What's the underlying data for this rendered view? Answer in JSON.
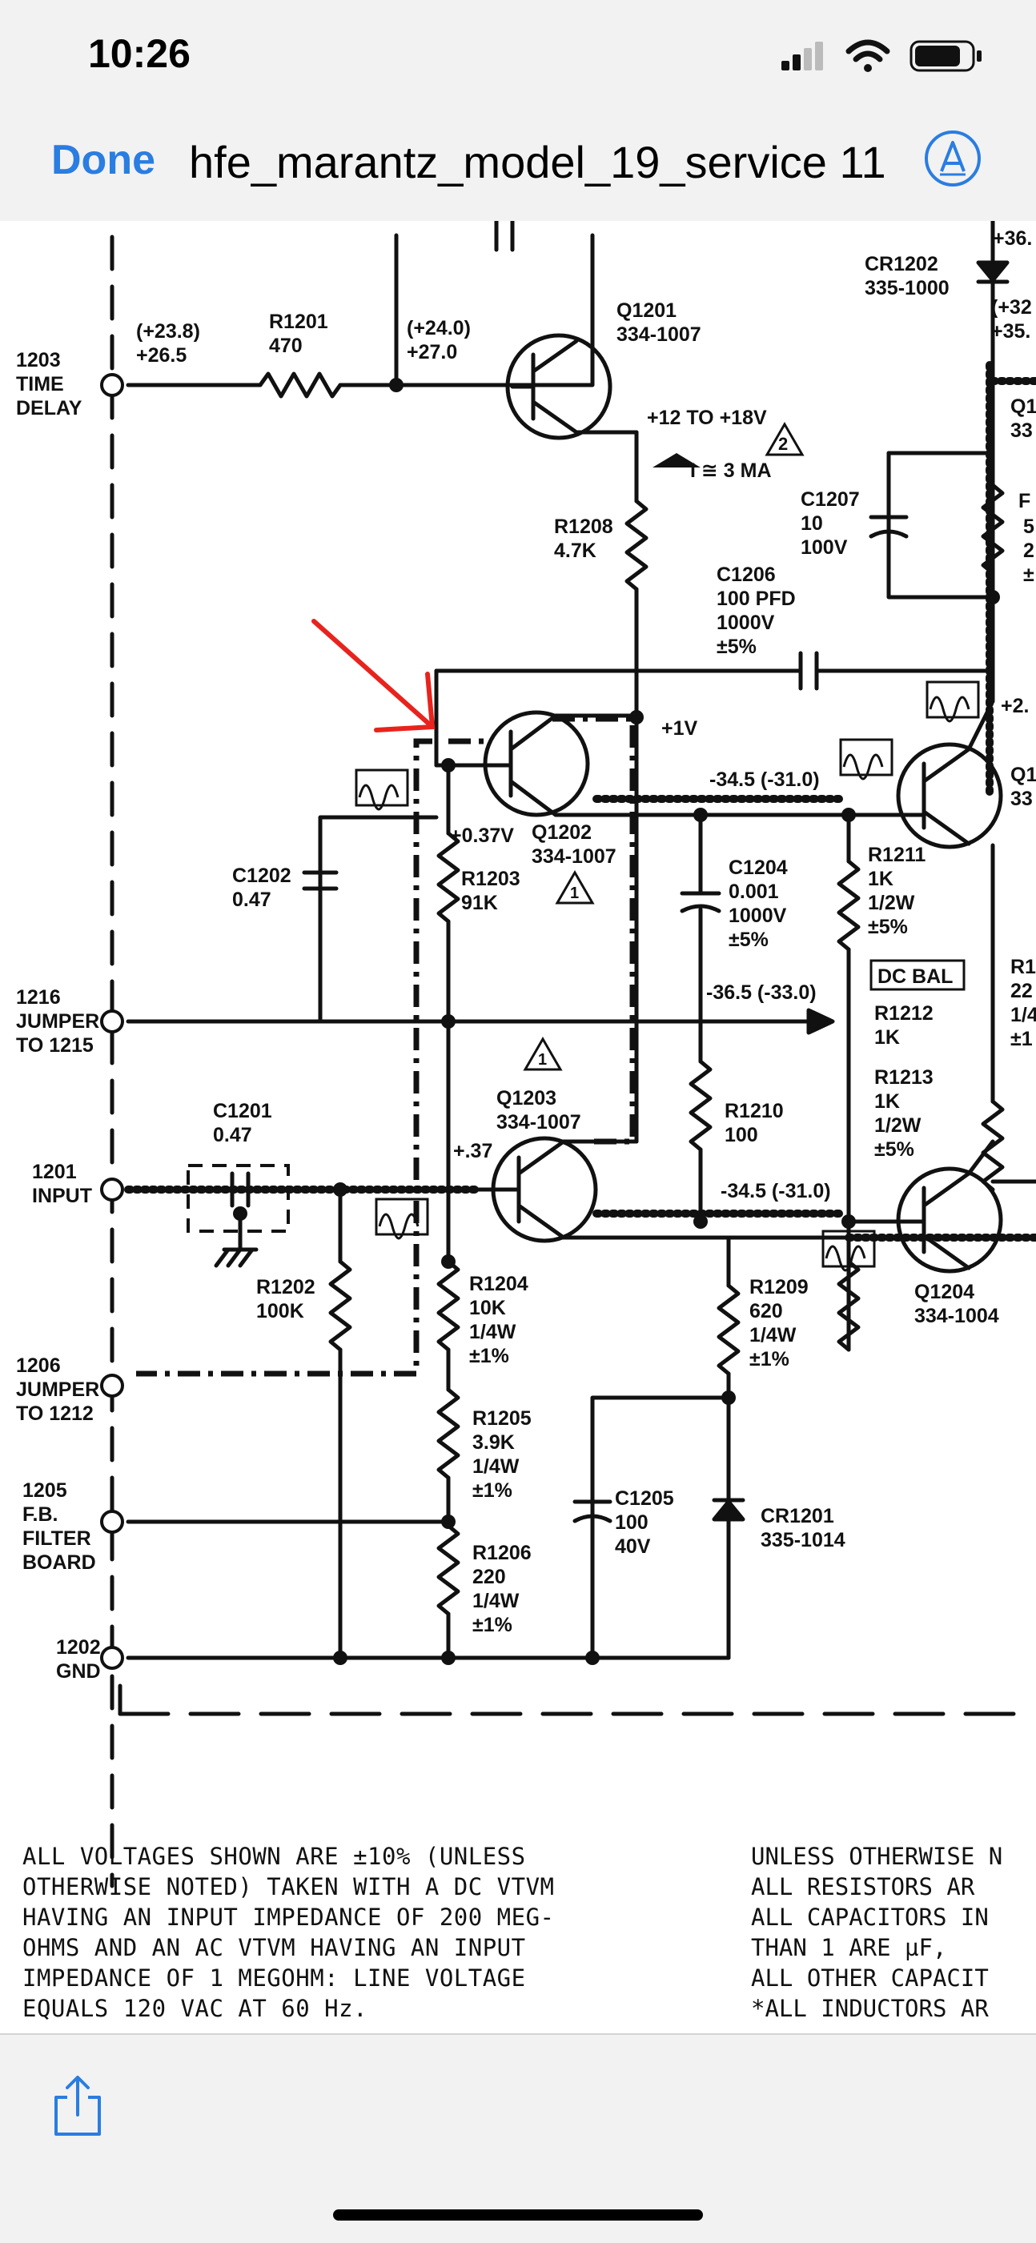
{
  "status_bar": {
    "time": "10:26",
    "icons": [
      "cellular-signal-icon",
      "wifi-icon",
      "battery-icon"
    ]
  },
  "nav": {
    "done_label": "Done",
    "title": "hfe_marantz_model_19_service 11",
    "markup_icon": "markup-pen-icon",
    "accent_color": "#2a7de1"
  },
  "schematic": {
    "terminals": {
      "t1203": [
        "1203",
        "TIME",
        "DELAY"
      ],
      "t1216": [
        "1216",
        "JUMPER",
        "TO 1215"
      ],
      "t1201": [
        "1201",
        "INPUT"
      ],
      "t1206": [
        "1206",
        "JUMPER",
        "TO 1212"
      ],
      "t1205": [
        "1205",
        "F.B.",
        "FILTER",
        "BOARD"
      ],
      "t1202": [
        "1202",
        "GND"
      ]
    },
    "components": {
      "r1201": [
        "R1201",
        "470"
      ],
      "r1202": [
        "R1202",
        "100K"
      ],
      "r1203": [
        "R1203",
        "91K"
      ],
      "r1204": [
        "R1204",
        "10K",
        "1/4W",
        "±1%"
      ],
      "r1205": [
        "R1205",
        "3.9K",
        "1/4W",
        "±1%"
      ],
      "r1206": [
        "R1206",
        "220",
        "1/4W",
        "±1%"
      ],
      "r1208": [
        "R1208",
        "4.7K"
      ],
      "r1209": [
        "R1209",
        "620",
        "1/4W",
        "±1%"
      ],
      "r1210": [
        "R1210",
        "100"
      ],
      "r1211": [
        "R1211",
        "1K",
        "1/2W",
        "±5%"
      ],
      "r1212": [
        "R1212",
        "1K"
      ],
      "r1213": [
        "R1213",
        "1K",
        "1/2W",
        "±5%"
      ],
      "c1201": [
        "C1201",
        "0.47"
      ],
      "c1202": [
        "C1202",
        "0.47"
      ],
      "c1204": [
        "C1204",
        "0.001",
        "1000V",
        "±5%"
      ],
      "c1205": [
        "C1205",
        "100",
        "40V"
      ],
      "c1206": [
        "C1206",
        "100 PFD",
        "1000V",
        "±5%"
      ],
      "c1207": [
        "C1207",
        "10",
        "100V"
      ],
      "q1201": [
        "Q1201",
        "334-1007"
      ],
      "q1202": [
        "Q1202",
        "334-1007"
      ],
      "q1203": [
        "Q1203",
        "334-1007"
      ],
      "q1204": [
        "Q1204",
        "334-1004"
      ],
      "cr1201": [
        "CR1201",
        "335-1014"
      ],
      "cr1202": [
        "CR1202",
        "335-1000"
      ],
      "dc_bal": "DC BAL"
    },
    "voltages": {
      "v_r1201_left": [
        "(+23.8)",
        "+26.5"
      ],
      "v_r1201_right": [
        "(+24.0)",
        "+27.0"
      ],
      "supply": "+12 TO +18V",
      "supply_note": "2",
      "current": "I ≅ 3 MA",
      "v_plus1": "+1V",
      "v_q1202_b": "+0.37V",
      "v_q1203_b": "+.37",
      "v_neg345_top": "-34.5 (-31.0)",
      "v_neg365": "-36.5 (-33.0)",
      "v_neg345_bot": "-34.5 (-31.0)",
      "note1_a": "1",
      "note1_b": "1"
    },
    "partial": {
      "p_36": "+36.",
      "p_32a": "(+32",
      "p_32b": "+35.",
      "p_q1a": "Q1",
      "p_q1b": "33",
      "p_r5": "5",
      "p_r2": "2",
      "p_rpm": "±",
      "p_f": "F",
      "p_plus2": "+2.",
      "p_q1c": "Q1",
      "p_q1d": "33",
      "p_r1": "R1",
      "p_r22": "22",
      "p_r14": "1/4",
      "p_rpm1": "±1"
    }
  },
  "notes": {
    "left": [
      "ALL VOLTAGES SHOWN ARE ±10% (UNLESS",
      "OTHERWISE NOTED) TAKEN WITH A DC VTVM",
      "HAVING AN INPUT IMPEDANCE OF 200 MEG-",
      "OHMS AND AN AC VTVM HAVING AN INPUT",
      "IMPEDANCE OF 1 MEGOHM:  LINE VOLTAGE",
      "EQUALS 120 VAC AT 60 Hz."
    ],
    "right": [
      "UNLESS OTHERWISE N",
      "ALL  RESISTORS  AR",
      "ALL CAPACITORS IN",
      "THAN 1 ARE µF,",
      "ALL OTHER CAPACIT",
      "*ALL INDUCTORS AR"
    ]
  },
  "toolbar": {
    "share_icon": "share-icon"
  },
  "colors": {
    "annotation_arrow": "#e8231d",
    "ink": "#111111",
    "bar_background": "#f2f2f2"
  }
}
